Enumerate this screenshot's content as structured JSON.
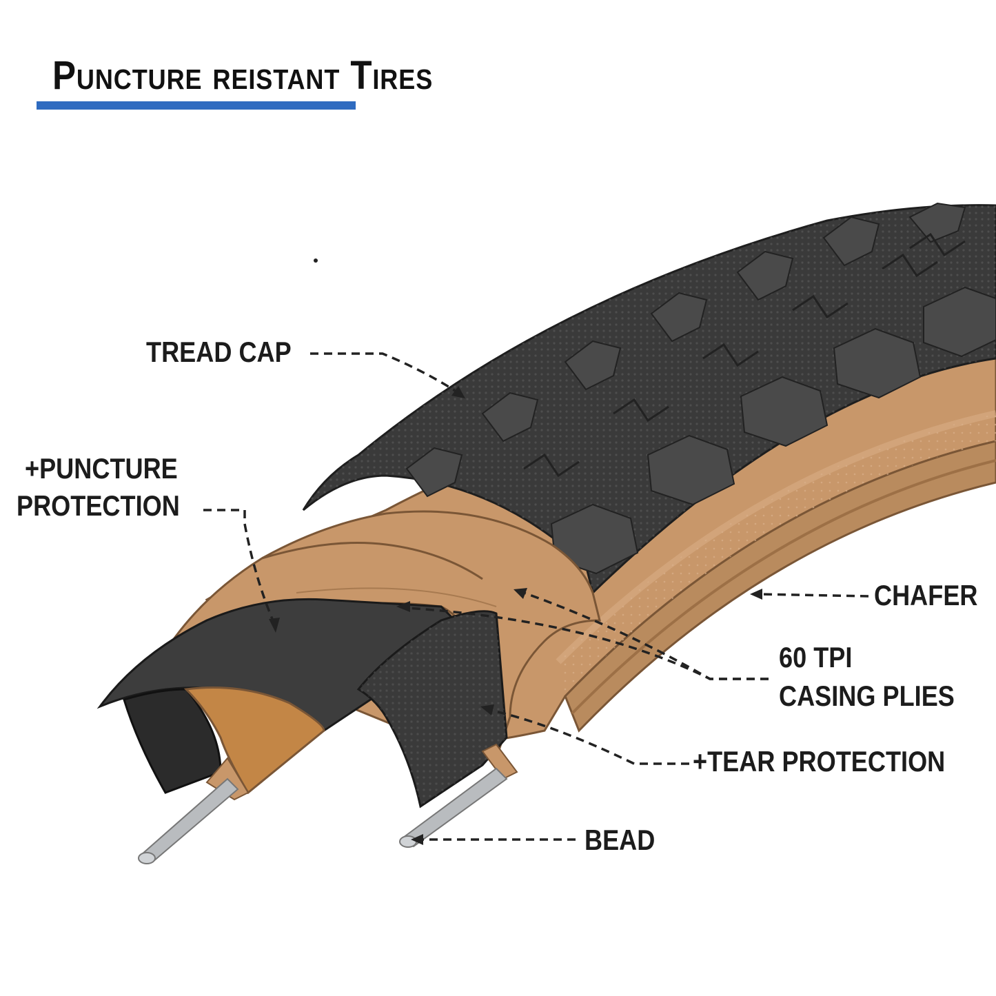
{
  "title": "Puncture reistant Tires",
  "colors": {
    "accent_underline": "#2f6bc0",
    "tread": "#3a3a3a",
    "tan_casing": "#c8976a",
    "sidewall": "#b98b5e",
    "liner": "#333333",
    "bead": "#b9bcbf",
    "label_text": "#1c1c1c"
  },
  "labels": {
    "tread_cap": "TREAD CAP",
    "puncture_line1": "+PUNCTURE",
    "puncture_line2": "PROTECTION",
    "chafer": "CHAFER",
    "casing_line1": "60 TPI",
    "casing_line2": "CASING PLIES",
    "tear_protection": "+TEAR PROTECTION",
    "bead": "BEAD"
  }
}
